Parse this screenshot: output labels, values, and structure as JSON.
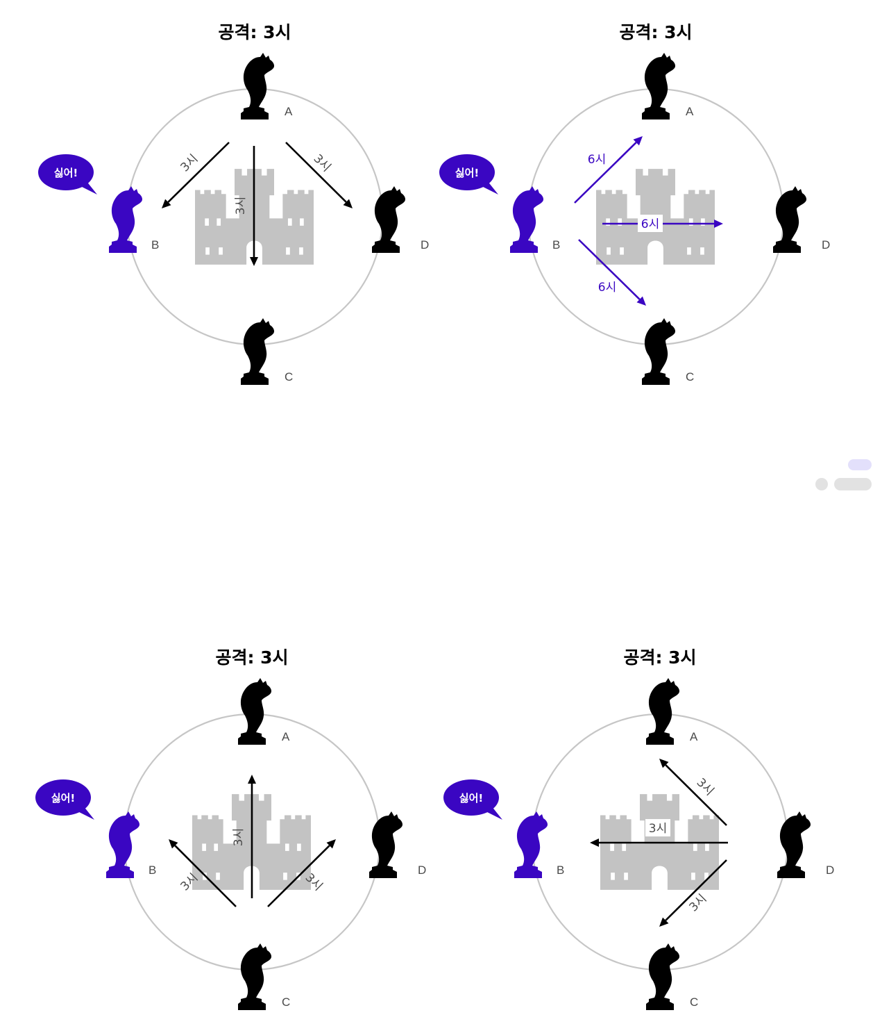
{
  "colors": {
    "accent": "#3a06c2",
    "ink": "#000000",
    "circle": "#c6c6c6",
    "castle": "#c3c3c3",
    "label": "#4a4a4a",
    "chip_light": "#e3e0fb",
    "chip_gray": "#e2e2e2"
  },
  "panels": [
    {
      "title": "공격: 3시",
      "bubble": "싫어!",
      "nodes": {
        "A": "A",
        "B": "B",
        "C": "C",
        "D": "D"
      },
      "arrows": [
        {
          "from": "A",
          "to": "B",
          "label": "3시",
          "color": "black"
        },
        {
          "from": "A",
          "to": "castle",
          "label": "3시",
          "color": "black"
        },
        {
          "from": "A",
          "to": "D",
          "label": "3시",
          "color": "black"
        }
      ]
    },
    {
      "title": "공격: 3시",
      "bubble": "싫어!",
      "nodes": {
        "A": "A",
        "B": "B",
        "C": "C",
        "D": "D"
      },
      "arrows": [
        {
          "from": "B",
          "to": "A",
          "label": "6시",
          "color": "accent"
        },
        {
          "from": "B",
          "to": "D",
          "label": "6시",
          "color": "accent"
        },
        {
          "from": "B",
          "to": "C",
          "label": "6시",
          "color": "accent"
        }
      ]
    },
    {
      "title": "공격: 3시",
      "bubble": "싫어!",
      "nodes": {
        "A": "A",
        "B": "B",
        "C": "C",
        "D": "D"
      },
      "arrows": [
        {
          "from": "C",
          "to": "B",
          "label": "3시",
          "color": "black"
        },
        {
          "from": "C",
          "to": "A",
          "label": "3시",
          "color": "black"
        },
        {
          "from": "C",
          "to": "D",
          "label": "3시",
          "color": "black"
        }
      ]
    },
    {
      "title": "공격: 3시",
      "bubble": "싫어!",
      "nodes": {
        "A": "A",
        "B": "B",
        "C": "C",
        "D": "D"
      },
      "arrows": [
        {
          "from": "D",
          "to": "A",
          "label": "3시",
          "color": "black"
        },
        {
          "from": "D",
          "to": "B",
          "label": "3시",
          "color": "black"
        },
        {
          "from": "D",
          "to": "C",
          "label": "3시",
          "color": "black"
        }
      ]
    }
  ]
}
